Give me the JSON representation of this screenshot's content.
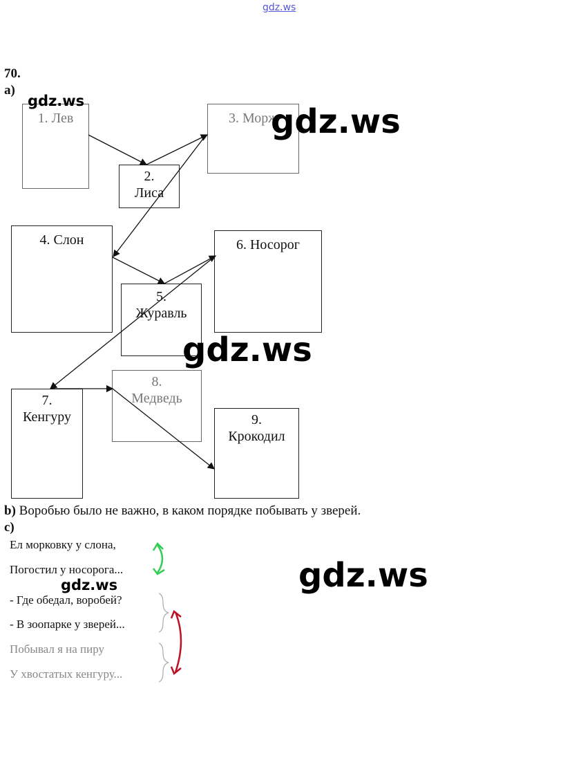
{
  "header_watermark": "gdz.ws",
  "exercise_number": "70.",
  "part_a_label": "a)",
  "boxes": [
    "1. Лев",
    "2. Лиса",
    "3. Морж",
    "4. Слон",
    "5. Журавль",
    "6. Носорог",
    "7. Кенгуру",
    "8. Медведь",
    "9. Крокодил"
  ],
  "boxes_split": {
    "b2_num": "2.",
    "b2_name": "Лиса",
    "b5_num": "5.",
    "b5_name": "Журавль",
    "b7_num": "7.",
    "b7_name": "Кенгуру",
    "b8_num": "8.",
    "b8_name": "Медведь",
    "b9_num": "9.",
    "b9_name": "Крокодил"
  },
  "part_b_label": "b)",
  "part_b_text": " Воробью было не важно, в каком порядке побывать у зверей.",
  "part_c_label": "c)",
  "poem_lines": [
    "Ел морковку у слона,",
    "Погостил у носорога...",
    "- Где обедал, воробей?",
    "- В зоопарке у зверей...",
    "Побывал я на пиру",
    "У хвостатых кенгуру..."
  ],
  "watermarks": [
    "gdz.ws",
    "gdz.ws",
    "gdz.ws",
    "gdz.ws",
    "gdz.ws"
  ],
  "colors": {
    "green_arrow": "#33cc55",
    "red_arrow": "#bb1122",
    "top_link": "#5555dd"
  }
}
